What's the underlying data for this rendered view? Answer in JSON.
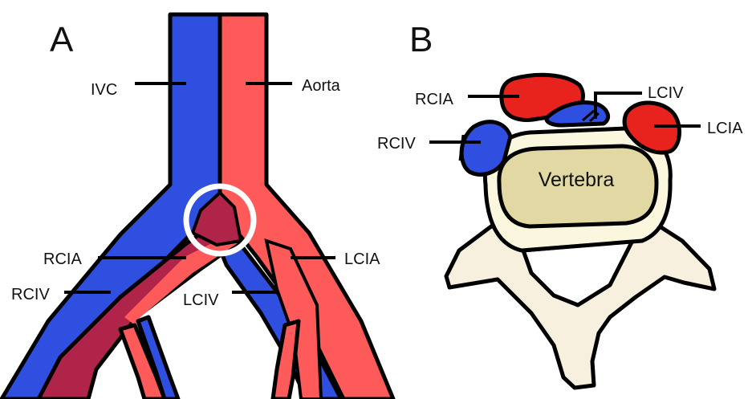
{
  "panels": {
    "a": {
      "letter": "A",
      "labels": {
        "ivc": "IVC",
        "aorta": "Aorta",
        "rcia": "RCIA",
        "lcia": "LCIA",
        "rciv": "RCIV",
        "lciv": "LCIV"
      }
    },
    "b": {
      "letter": "B",
      "labels": {
        "rcia": "RCIA",
        "lciv": "LCIV",
        "lcia": "LCIA",
        "rciv": "RCIV",
        "vertebra": "Vertebra"
      }
    }
  },
  "colors": {
    "vein": "#2f4fe0",
    "artery": "#ff5a5a",
    "artery_dark": "#e8231d",
    "overlap": "#b0244a",
    "bone": "#f8f0de",
    "bone_ring": "#fbf7df",
    "vertebral_body": "#e2d8a4",
    "highlight_ring": "#ffffff"
  }
}
